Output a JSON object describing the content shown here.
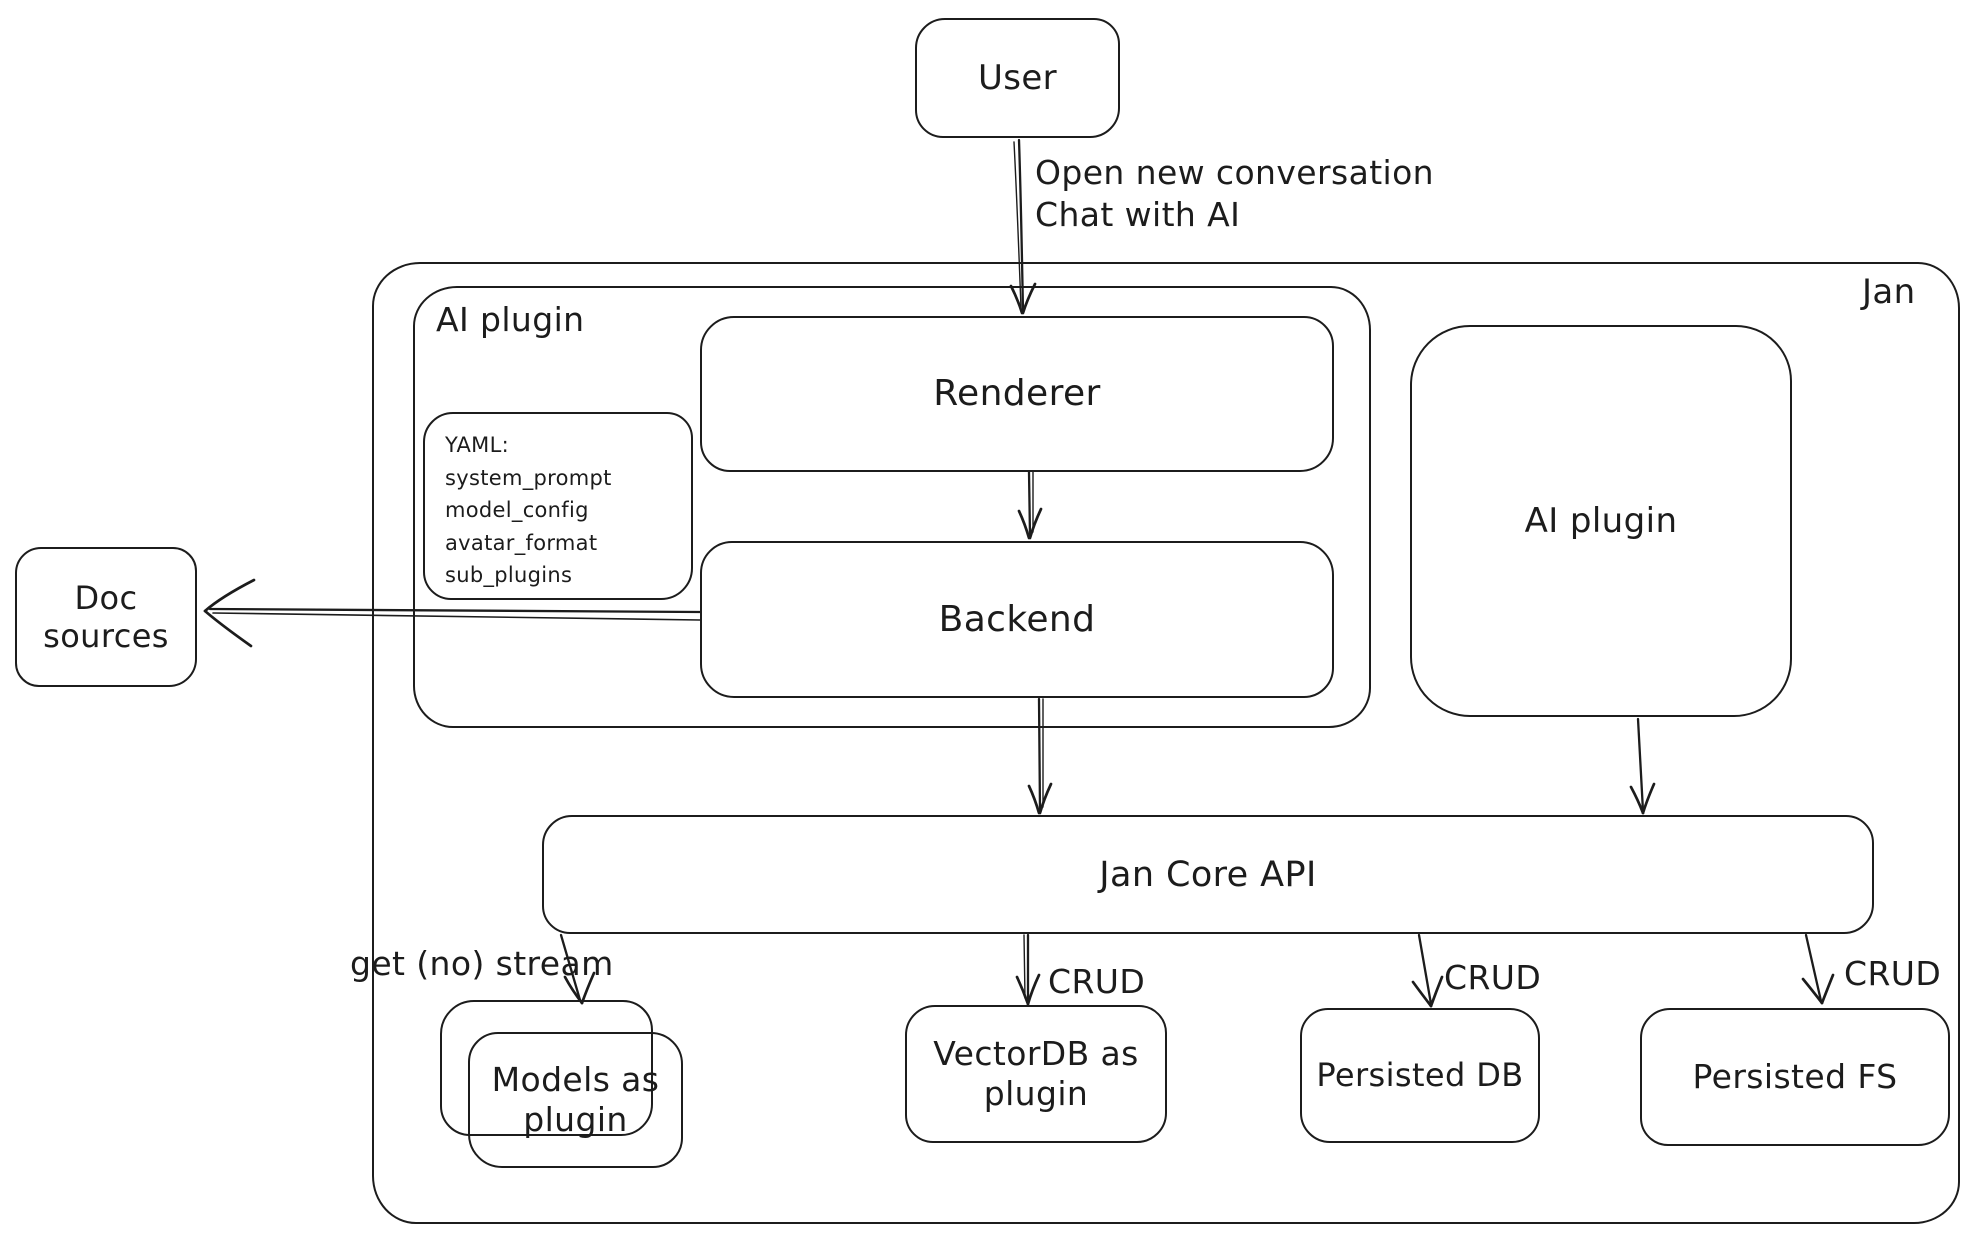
{
  "diagram": {
    "colors": {
      "stroke": "#1c1c1c",
      "background": "#ffffff"
    },
    "nodes": {
      "user": {
        "label": "User"
      },
      "jan_container": {
        "label": "Jan"
      },
      "ai_plugin_container": {
        "label": "AI plugin"
      },
      "yaml_note": {
        "lines": [
          "YAML:",
          "system_prompt",
          "model_config",
          "avatar_format",
          "sub_plugins"
        ]
      },
      "renderer": {
        "label": "Renderer"
      },
      "backend": {
        "label": "Backend"
      },
      "doc_sources": {
        "label": "Doc sources"
      },
      "ai_plugin_right": {
        "label": "AI plugin"
      },
      "jan_core_api": {
        "label": "Jan Core API"
      },
      "models_as_plugin": {
        "label": "Models as plugin"
      },
      "vectordb_as_plugin": {
        "label": "VectorDB as plugin"
      },
      "persisted_db": {
        "label": "Persisted DB"
      },
      "persisted_fs": {
        "label": "Persisted FS"
      }
    },
    "edges": {
      "user_flow": {
        "line1": "Open new conversation",
        "line2": "Chat with AI"
      },
      "models_label": "get (no) stream",
      "vectordb_label": "CRUD",
      "persisted_db_label": "CRUD",
      "persisted_fs_label": "CRUD"
    }
  }
}
